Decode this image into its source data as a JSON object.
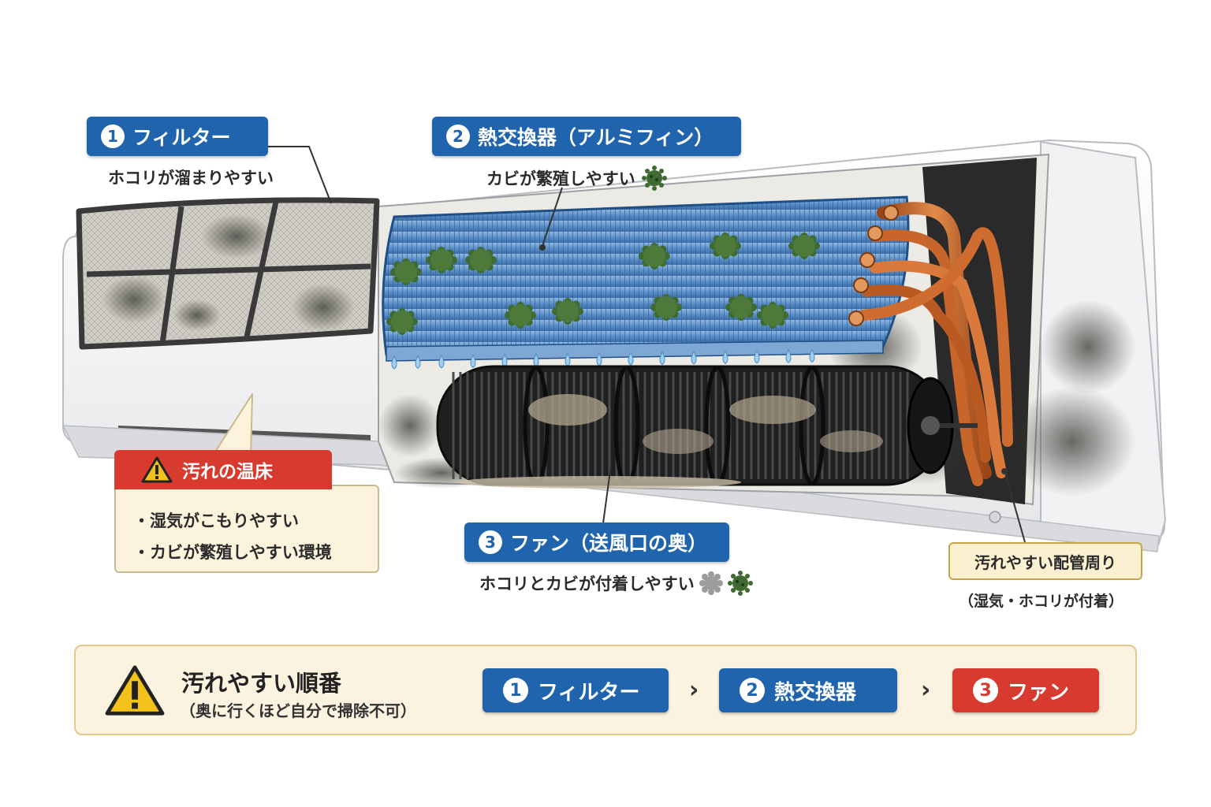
{
  "callouts": {
    "filter": {
      "number": "1",
      "label": "フィルター",
      "note": "ホコリが溜まりやすい"
    },
    "heat_exchanger": {
      "number": "2",
      "label": "熱交換器（アルミフィン）",
      "note": "カビが繁殖しやすい"
    },
    "fan": {
      "number": "3",
      "label": "ファン（送風口の奥）",
      "note": "ホコリとカビが付着しやすい"
    },
    "hotbed": {
      "title": "汚れの温床",
      "bullets": [
        "・湿気がこもりやすい",
        "・カビが繁殖しやすい環境"
      ]
    },
    "piping": {
      "label": "汚れやすい配管周り",
      "note": "（湿気・ホコリが付着）"
    }
  },
  "ranking": {
    "title": "汚れやすい順番",
    "subtitle": "（奥に行くほど自分で掃除不可）",
    "separator": "›",
    "steps": [
      {
        "number": "1",
        "label": "フィルター"
      },
      {
        "number": "2",
        "label": "熱交換器"
      },
      {
        "number": "3",
        "label": "ファン"
      }
    ]
  },
  "colors": {
    "callout_blue": "#1f64ad",
    "warning_red": "#d83a2f",
    "note_cream": "#fbf3dc",
    "copper": "#c8652a",
    "mold_green": "#3f6b33"
  },
  "icons": [
    "warning-icon",
    "mold-icon",
    "dust-icon"
  ]
}
